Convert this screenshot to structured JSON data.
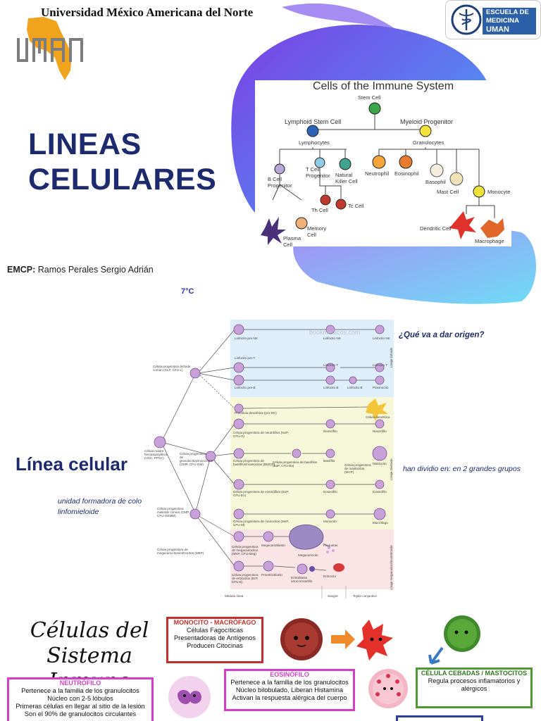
{
  "header": {
    "university": "Universidad México Americana del Norte",
    "uman_logo_text": "UMAN",
    "med_logo_lines": [
      "ESCUELA DE",
      "MEDICINA",
      "UMAN"
    ]
  },
  "title": {
    "line1": "LINEAS",
    "line2": "CELULARES"
  },
  "immune_chart": {
    "title": "Cells of the Immune System",
    "labels": {
      "stem_cell": "Stem Cell",
      "lymphoid": "Lymphoid Stem Cell",
      "myeloid": "Myeloid Progenitor",
      "lymphocytes": "Lymphocytes",
      "granulocytes": "Granulocytes",
      "b_cell": "B Cell Progenitor",
      "t_cell": "T Cell Progenitor",
      "nk_cell": "Natural Killer Cell",
      "neutrophil": "Neutrophil",
      "eosinophil": "Eosinophil",
      "basophil": "Basophil",
      "mast_cell": "Mast Cell",
      "monocyte": "Monocyte",
      "th_cell": "Th Cell",
      "tc_cell": "Tc Cell",
      "memory_cell": "Memory Cell",
      "plasma_cell": "Plasma Cell",
      "dendritic_cell": "Dendritic Cell",
      "macrophage": "Macrophage"
    },
    "colors": {
      "stem": "#3aa64a",
      "lymphoid": "#2b64b5",
      "myeloid": "#f2e23a",
      "b": "#b7a8d8",
      "t": "#8fcbe5",
      "nk": "#3fa38f",
      "granulocyte": "#ec7a2e",
      "tcell": "#c0392b",
      "dendritic": "#e0322a",
      "macrophage": "#e0662a"
    }
  },
  "emcp": {
    "label": "EMCP:",
    "name": "Ramos Perales Sergio Adrián"
  },
  "temperature": "7°C",
  "lineage": {
    "watermark": "bookmedicos.com",
    "stem": "Célula madre hematopoyética (HSC, PPSC)",
    "clp": "Célula progenitora linfoide común (CLP, CFU-L)",
    "gmp": "Célula progenitora de granulocitos/monocitos (GMP, CFU-GM)",
    "cmp": "Célula progenitora mieloide común (CMP, CFU-GEMM)",
    "mep": "Célula progenitora de megacariocitos/eritrocitos (MEP)",
    "rows": [
      {
        "a": "Linfocito pre-NK",
        "b": "Linfocito NK",
        "c": "Linfocito NK"
      },
      {
        "a": "Linfocito pre-T",
        "b": "Linfocito T",
        "c": "Linfocito T"
      },
      {
        "a": "Linfocito pre-B",
        "b": "Linfocito B",
        "b2": "Linfocito B",
        "c": "Plasmocito"
      },
      {
        "a": "Precélula dendrítica (pro-DC)",
        "c": "Célula dendrítica"
      },
      {
        "a": "Célula progenitora de neutrófilos (NoP, CFU-G)",
        "b": "Neutrófilo",
        "c": "Neutrófilo"
      },
      {
        "a": "Célula progenitora de basófilos/mastocitos (BMCP)",
        "m": "Célula progenitora de basófilos (BaP, CFU-Ba)",
        "b": "Basófilo",
        "b2": "Célula progenitora de mastocitos (MCP)",
        "c": "Mastocito"
      },
      {
        "a": "Célula progenitora de eosinófilos (EoP, CFU-Eo)",
        "b": "Eosinófilo",
        "c": "Eosinófilo"
      },
      {
        "a": "Célula progenitora de monocitos (MoP, CFU-M)",
        "b": "Monocito",
        "c": "Macrófago"
      },
      {
        "a": "Célula progenitora de megacariocitos (MKP, CFU-Meg)",
        "m": "Megacarioblasto",
        "m2": "Megacariocito",
        "b": "Plaquetas"
      },
      {
        "a": "Célula progenitora de eritrocitos (ErP, CFU-E)",
        "m": "Proeritroblasto",
        "m2": "Eritroblasto ortocromatófilo",
        "b": "Eritrocito"
      }
    ],
    "footer": [
      "Médula ósea",
      "Sangre",
      "Tejido conjuntivo"
    ],
    "side": [
      "Linaje linfoide",
      "Linaje mieloide",
      "Linaje megacariocítico/eritroide"
    ]
  },
  "question_text": "¿Qué va a dar origen?",
  "linea_heading": "Línea celular",
  "dividio_text": "han dividio en: en 2 grandes grupos",
  "unidad_text": {
    "line1": "unidad formadora de colo",
    "line2": "linfomieloide"
  },
  "infographic": {
    "title_line1": "Células del",
    "title_line2": "Sistema Inmune",
    "monocito": {
      "heading": "MONOCITO - MACRÓFAGO",
      "lines": [
        "Células Fagocíticas",
        "Presentadoras de Antígenos",
        "Producen Citocinas"
      ]
    },
    "neutrofilo": {
      "heading": "NEUTRÓFILO",
      "lines": [
        "Pertenece a la familia de los granulocitos",
        "Núcleo con 2-5 lóbulos",
        "Primeras células en llegar al sitio de la lesión",
        "Son el 90% de granulocitos circulantes"
      ]
    },
    "eosinofilo": {
      "heading": "EOSINÓFILO",
      "lines": [
        "Pertenece a la familia de los granulocitos",
        "Núcleo bilobulado, Liberan Histamina",
        "Activan la respuesta alérgica del cuerpo"
      ]
    },
    "mastocito": {
      "heading": "CÉLULA CEBADAS / MASTOCITOS",
      "lines": [
        "Regula procesos inflamatorios y alérgicos"
      ]
    }
  }
}
